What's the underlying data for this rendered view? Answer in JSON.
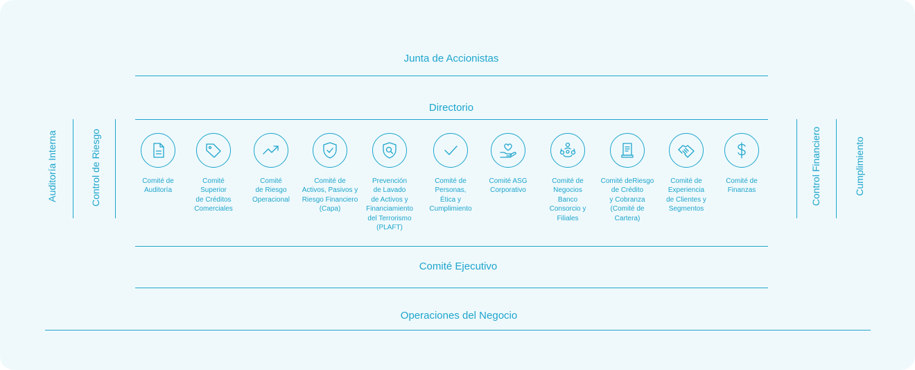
{
  "levels": {
    "junta": "Junta de Accionistas",
    "directorio": "Directorio",
    "comite_ejecutivo": "Comité Ejecutivo",
    "operaciones": "Operaciones del Negocio"
  },
  "side_labels": {
    "auditoria_interna": "Auditoría Interna",
    "control_riesgo": "Control de Riesgo",
    "control_financiero": "Control Financiero",
    "cumplimiento": "Cumplimiento"
  },
  "committees": [
    {
      "icon": "document-icon",
      "label": "Comité de\nAuditoría"
    },
    {
      "icon": "tag-icon",
      "label": "Comité\nSuperior\nde Créditos\nComerciales"
    },
    {
      "icon": "trend-up-icon",
      "label": "Comité\nde Riesgo\nOperacional"
    },
    {
      "icon": "shield-check-icon",
      "label": "Comité de\nActivos, Pasivos y\nRiesgo Financiero\n(Capa)"
    },
    {
      "icon": "shield-search-icon",
      "label": "Prevención\nde Lavado\nde Activos y\nFinanciamiento\ndel Terrorismo\n(PLAFT)"
    },
    {
      "icon": "checkmark-icon",
      "label": "Comité de\nPersonas,\nÉtica y\nCumplimiento"
    },
    {
      "icon": "hand-heart-icon",
      "label": "Comité ASG\nCorporativo"
    },
    {
      "icon": "network-people-icon",
      "label": "Comité de\nNegocios\nBanco\nConsorcio y\nFiliales"
    },
    {
      "icon": "receipt-icon",
      "label": "Comité deRiesgo\nde Crédito\ny Cobranza\n(Comité de\nCartera)"
    },
    {
      "icon": "handshake-icon",
      "label": "Comité de\nExperiencia\nde Clientes y\nSegmentos"
    },
    {
      "icon": "dollar-icon",
      "label": "Comité de\nFinanzas"
    }
  ],
  "colors": {
    "accent": "#1ea5cc",
    "background": "#eff9fc"
  }
}
